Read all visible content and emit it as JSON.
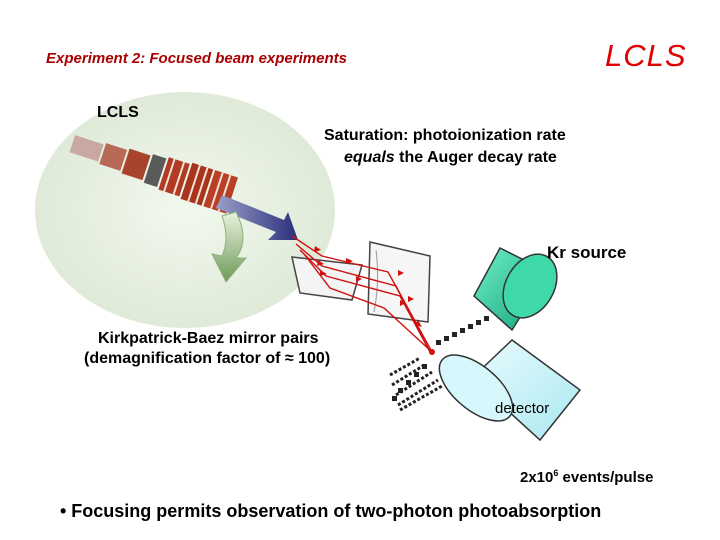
{
  "title": "Experiment 2: Focused beam experiments",
  "logo": "LCLS",
  "colors": {
    "title": "#a80000",
    "logo": "#e10000",
    "beam": "#d01010",
    "kr_source": "#2ec9a0",
    "detector": "#c8f4f8",
    "undulator": "#b84a2c"
  },
  "labels": {
    "lcls": "LCLS",
    "saturation_line1": "Saturation: photoionization rate",
    "saturation_line2_em": "equals",
    "saturation_line2_rest": " the Auger decay rate",
    "kr_source": "Kr source",
    "kb_line1": "Kirkpatrick-Baez mirror pairs",
    "kb_line2": "(demagnification factor of ≈ 100)",
    "detector": "detector",
    "events_base": "2x10",
    "events_exp": "6",
    "events_rest": " events/pulse"
  },
  "bullet": "• Focusing permits observation of two-photon photoabsorption"
}
